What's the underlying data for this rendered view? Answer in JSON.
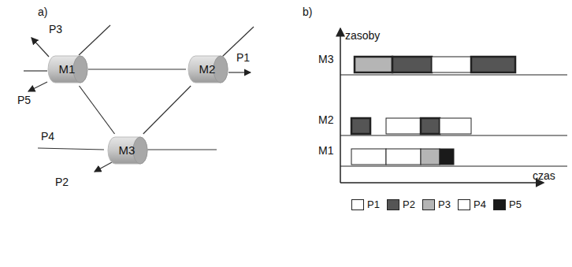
{
  "diagram": {
    "nodes": [
      {
        "text": [
          "M1"
        ]
      },
      {
        "text": [
          "M2"
        ]
      },
      {
        "text": [
          "M3"
        ]
      }
    ],
    "edges": [
      {
        "from": 0,
        "to": 1,
        "arrow": "none"
      },
      {
        "from": 0,
        "to": 2,
        "arrow": "none"
      },
      {
        "from": 1,
        "to": 2,
        "arrow": "none"
      }
    ],
    "labels": [
      "a)",
      "P3",
      "P5",
      "P1",
      "P4",
      "P2",
      "b)",
      "zasoby",
      "M3",
      "M2",
      "M1",
      "czas"
    ],
    "legend": [
      {
        "text": "P1",
        "color": "#ffffff"
      },
      {
        "text": "P2",
        "color": "#555555"
      },
      {
        "text": "P3",
        "color": "#b5b5b5"
      },
      {
        "text": "P4",
        "color": "#ffffff"
      },
      {
        "text": "P5",
        "color": "#1a1a1a"
      }
    ]
  }
}
